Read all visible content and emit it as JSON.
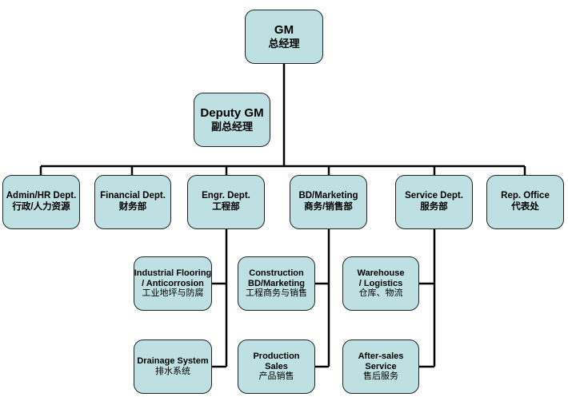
{
  "top": {
    "en": "GM",
    "zh": "总经理"
  },
  "deputy": {
    "en": "Deputy GM",
    "zh": "副总经理"
  },
  "departments": [
    {
      "en": "Admin/HR Dept.",
      "zh": "行政/人力资源"
    },
    {
      "en": "Financial Dept.",
      "zh": "财务部"
    },
    {
      "en": "Engr. Dept.",
      "zh": "工程部"
    },
    {
      "en": "BD/Marketing",
      "zh": "商务/销售部"
    },
    {
      "en": "Service Dept.",
      "zh": "服务部"
    },
    {
      "en": "Rep. Office",
      "zh": "代表处"
    }
  ],
  "engr_units": [
    {
      "en1": "Industrial Flooring",
      "en2": "/ Anticorrosion",
      "zh": "工业地坪与防腐"
    },
    {
      "en1": "Drainage System",
      "zh": "排水系统"
    }
  ],
  "bd_units": [
    {
      "en1": "Construction",
      "en2": "BD/Marketing",
      "zh": "工程商务与销售"
    },
    {
      "en1": "Production",
      "en2": "Sales",
      "zh": "产品销售"
    }
  ],
  "service_units": [
    {
      "en1": "Warehouse",
      "en2": "/ Logistics",
      "zh": "仓库、物流"
    },
    {
      "en1": "After-sales",
      "en2": "Service",
      "zh": "售后服务"
    }
  ]
}
